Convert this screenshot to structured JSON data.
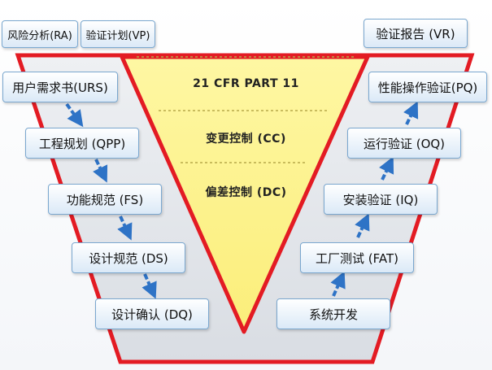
{
  "top": {
    "risk_analysis": "风险分析(RA)",
    "validation_plan": "验证计划(VP)",
    "validation_report": "验证报告 (VR)"
  },
  "v_center": {
    "regulation": "21 CFR PART 11",
    "change_control": "变更控制 (CC)",
    "deviation_control": "偏差控制 (DC)"
  },
  "left_steps": [
    "用户需求书(URS)",
    "工程规划 (QPP)",
    "功能规范 (FS)",
    "设计规范 (DS)",
    "设计确认 (DQ)"
  ],
  "right_steps": [
    "性能操作验证(PQ)",
    "运行验证 (OQ)",
    "安装验证 (IQ)",
    "工厂测试 (FAT)",
    "系统开发"
  ],
  "colors": {
    "frame_red": "#e31b23",
    "v_fill": "#fdf59c",
    "arrow_blue": "#2e73c6",
    "box_border": "#7aa7cf"
  }
}
